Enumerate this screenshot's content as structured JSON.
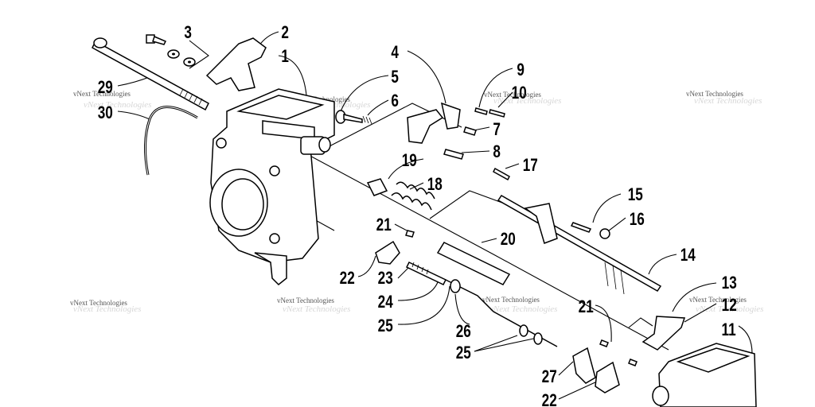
{
  "watermark": "vNext Technologies",
  "callouts": [
    {
      "id": "c1",
      "text": "1"
    },
    {
      "id": "c2",
      "text": "2"
    },
    {
      "id": "c3",
      "text": "3"
    },
    {
      "id": "c4",
      "text": "4"
    },
    {
      "id": "c5",
      "text": "5"
    },
    {
      "id": "c6",
      "text": "6"
    },
    {
      "id": "c7",
      "text": "7"
    },
    {
      "id": "c8",
      "text": "8"
    },
    {
      "id": "c9",
      "text": "9"
    },
    {
      "id": "c10",
      "text": "10"
    },
    {
      "id": "c11",
      "text": "11"
    },
    {
      "id": "c12",
      "text": "12"
    },
    {
      "id": "c13",
      "text": "13"
    },
    {
      "id": "c14",
      "text": "14"
    },
    {
      "id": "c15",
      "text": "15"
    },
    {
      "id": "c16",
      "text": "16"
    },
    {
      "id": "c17",
      "text": "17"
    },
    {
      "id": "c18",
      "text": "18"
    },
    {
      "id": "c19",
      "text": "19"
    },
    {
      "id": "c20",
      "text": "20"
    },
    {
      "id": "c21a",
      "text": "21"
    },
    {
      "id": "c21b",
      "text": "21"
    },
    {
      "id": "c22a",
      "text": "22"
    },
    {
      "id": "c22b",
      "text": "22"
    },
    {
      "id": "c23",
      "text": "23"
    },
    {
      "id": "c24",
      "text": "24"
    },
    {
      "id": "c25a",
      "text": "25"
    },
    {
      "id": "c25b",
      "text": "25"
    },
    {
      "id": "c26",
      "text": "26"
    },
    {
      "id": "c27",
      "text": "27"
    },
    {
      "id": "c29",
      "text": "29"
    },
    {
      "id": "c30",
      "text": "30"
    }
  ]
}
